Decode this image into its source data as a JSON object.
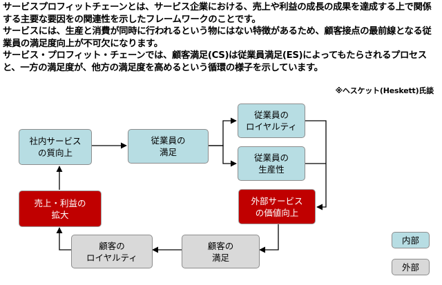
{
  "description": {
    "p1": "サービスプロフィットチェーンとは、サービス企業における、売上や利益の成長の成果を達成する上で関係する主要な要因をの関連性を示したフレームワークのことです。",
    "p2": "サービスには、生産と消費が同時に行われるという物にはない特徴があるため、顧客接点の最前線となる従業員の満足度向上が不可欠になります。",
    "p3": "サービス・プロフィット・チェーンでは、顧客満足(CS)は従業員満足(ES)によってもたらされるプロセスと、一方の満足度が、他方の満足度を高めるという循環の様子を示しています。",
    "credit": "※ヘスケット(Heskett)氏談"
  },
  "nodes": {
    "internal_service": "社内サービス\nの質向上",
    "employee_satisfaction": "従業員の\n満足",
    "employee_loyalty": "従業員の\nロイヤルティ",
    "employee_productivity": "従業員の\n生産性",
    "external_service": "外部サービス\nの価値向上",
    "customer_satisfaction": "顧客の\n満足",
    "customer_loyalty": "顧客の\nロイヤルティ",
    "sales_profit": "売上・利益の\n拡大"
  },
  "legend": {
    "internal": "内部",
    "external": "外部"
  },
  "colors": {
    "internal_fill": "#b7dde3",
    "external_fill": "#d9d9d9",
    "result_fill": "#c00000",
    "border": "#8c8c8c",
    "arrow": "#000000"
  }
}
